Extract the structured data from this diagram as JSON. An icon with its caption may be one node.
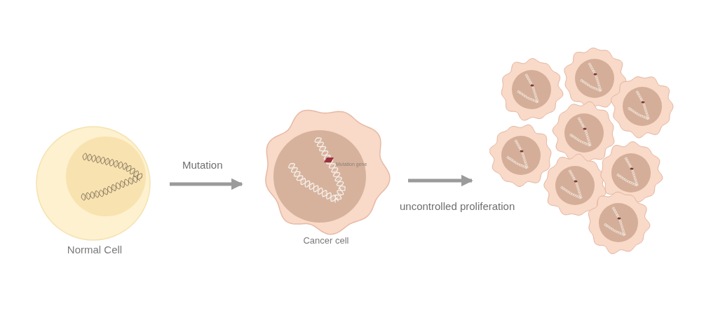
{
  "diagram": {
    "nodes": [
      {
        "text": [
          "Normal Cell"
        ]
      },
      {
        "text": [
          "Cancer cell"
        ]
      },
      {
        "text": [],
        "shape": "picture"
      }
    ],
    "edges": [
      {
        "from": 0,
        "to": 1,
        "arrow": "to",
        "label": "Mutation"
      },
      {
        "from": 1,
        "to": 2,
        "arrow": "to",
        "label": "uncontrolled proliferation"
      }
    ],
    "labels": [
      "Mutation gene"
    ]
  }
}
